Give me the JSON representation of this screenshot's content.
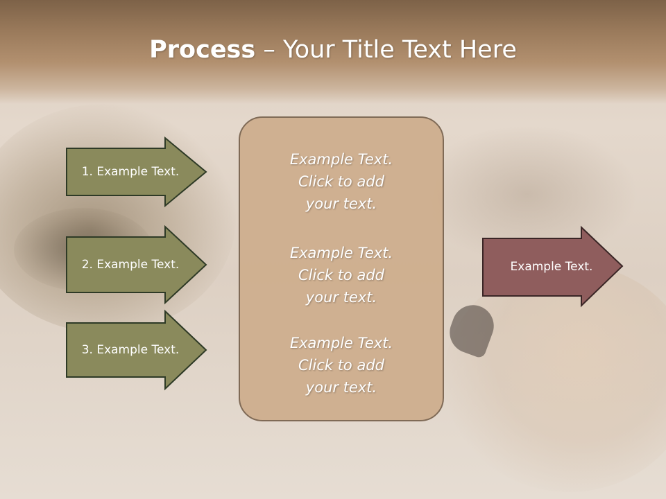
{
  "slide": {
    "title_bold": "Process",
    "title_rest": " – Your Title Text Here"
  },
  "left_arrows": [
    {
      "label": "1. Example Text."
    },
    {
      "label": "2. Example Text."
    },
    {
      "label": "3. Example Text."
    }
  ],
  "center_box": {
    "items": [
      {
        "line1": "Example Text.",
        "line2": "Click  to add",
        "line3": "your text."
      },
      {
        "line1": "Example Text.",
        "line2": "Click  to add",
        "line3": "your text."
      },
      {
        "line1": "Example Text.",
        "line2": "Click  to add",
        "line3": "your text."
      }
    ]
  },
  "right_arrow": {
    "label": "Example Text."
  },
  "colors": {
    "left_arrow_fill": "#8a8a5c",
    "right_arrow_fill": "#8f5d5d",
    "center_box_fill": "#cdac8c",
    "header": "#9a7a5b"
  }
}
